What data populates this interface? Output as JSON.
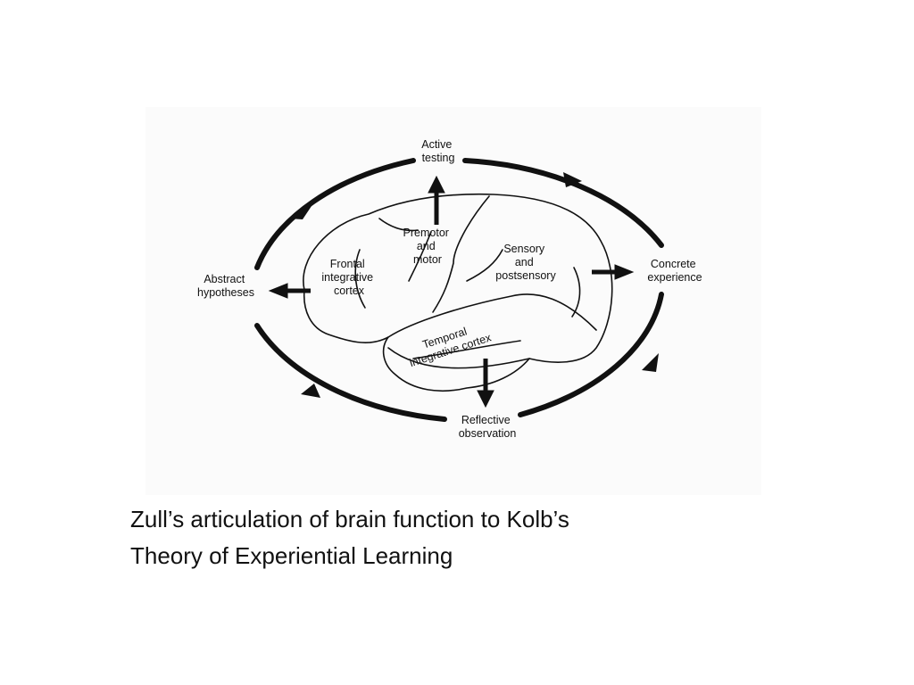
{
  "diagram": {
    "nodes": {
      "active_testing": [
        "Active",
        "testing"
      ],
      "concrete_experience": [
        "Concrete",
        "experience"
      ],
      "reflective_observation": [
        "Reflective",
        "observation"
      ],
      "abstract_hypotheses": [
        "Abstract",
        "hypotheses"
      ]
    },
    "regions": {
      "premotor": [
        "Premotor",
        "and",
        "motor"
      ],
      "sensory": [
        "Sensory",
        "and",
        "postsensory"
      ],
      "frontal": [
        "Frontal",
        "integrative",
        "cortex"
      ],
      "temporal": [
        "Temporal",
        "integrative cortex"
      ]
    },
    "colors": {
      "ink": "#111111",
      "panel": "#fbfbfb"
    }
  },
  "caption": {
    "line1": "Zull’s articulation of brain function to Kolb’s",
    "line2": "Theory of Experiential Learning"
  }
}
